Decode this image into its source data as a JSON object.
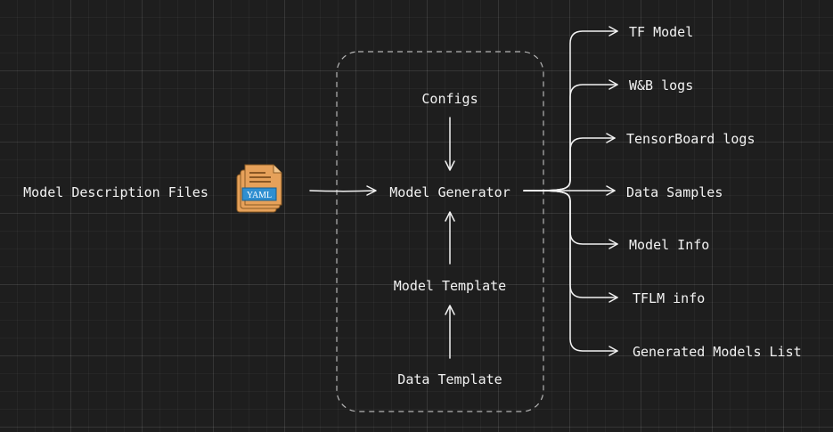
{
  "colors": {
    "background": "#1e1e1e",
    "stroke": "#f2f2f2",
    "group_border": "#b5b5b5",
    "file_icon_body": "#e6a15a",
    "file_icon_tag": "#2f8fd1"
  },
  "source": {
    "label": "Model Description Files",
    "icon": "yaml-files-icon",
    "icon_text": "YAML"
  },
  "generator_group": {
    "configs": "Configs",
    "generator": "Model Generator",
    "model_template": "Model Template",
    "data_template": "Data Template"
  },
  "outputs": [
    "TF Model",
    "W&B logs",
    "TensorBoard logs",
    "Data Samples",
    "Model Info",
    "TFLM info",
    "Generated Models List"
  ]
}
